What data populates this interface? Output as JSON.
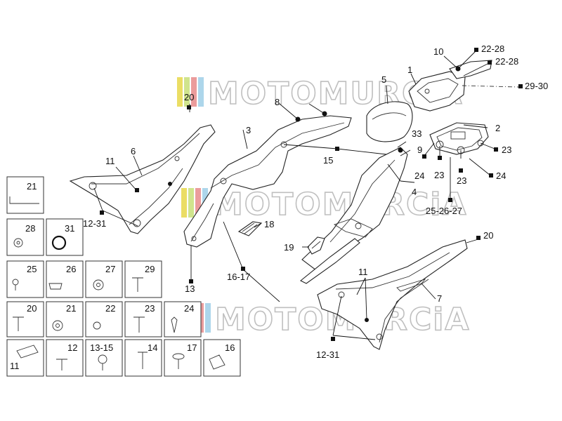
{
  "watermark": {
    "text": "MOTOMURCiA",
    "colors": [
      "#e8d84a",
      "#c8e07a",
      "#e88b8b",
      "#9fd0e8"
    ]
  },
  "callouts": {
    "c1": "1",
    "c2": "2",
    "c3": "3",
    "c4": "4",
    "c5": "5",
    "c6": "6",
    "c7": "7",
    "c8": "8",
    "c9": "9",
    "c10": "10",
    "c11a": "11",
    "c11b": "11",
    "c12_31a": "12-31",
    "c12_31b": "12-31",
    "c13": "13",
    "c15": "15",
    "c16_17": "16-17",
    "c18": "18",
    "c19": "19",
    "c20a": "20",
    "c20b": "20",
    "c22_28a": "22-28",
    "c22_28b": "22-28",
    "c23a": "23",
    "c23b": "23",
    "c23c": "23",
    "c24a": "24",
    "c24b": "24",
    "c25_27": "25-26-27",
    "c29_30": "29-30",
    "c33": "33"
  },
  "hardware": [
    {
      "label": "21"
    },
    {
      "label": "28"
    },
    {
      "label": "31"
    },
    {
      "label": "25"
    },
    {
      "label": "26"
    },
    {
      "label": "27"
    },
    {
      "label": "29"
    },
    {
      "label": "20"
    },
    {
      "label": "21"
    },
    {
      "label": "22"
    },
    {
      "label": "23"
    },
    {
      "label": "24"
    },
    {
      "label": "11"
    },
    {
      "label": "12"
    },
    {
      "label": "13-15"
    },
    {
      "label": "14"
    },
    {
      "label": "17"
    },
    {
      "label": "16"
    }
  ]
}
